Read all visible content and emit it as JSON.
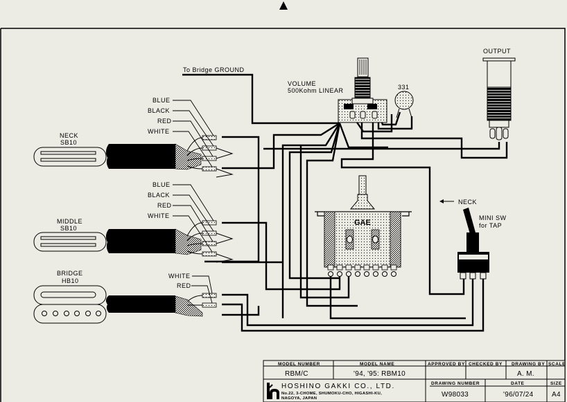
{
  "diagram": {
    "orientation_marker": "up-arrow-icon",
    "ground_label": "To Bridge GROUND",
    "volume": {
      "title": "VOLUME",
      "value": "500Kohm LINEAR"
    },
    "capacitor": {
      "label": "331"
    },
    "output": {
      "label": "OUTPUT"
    },
    "pickups": [
      {
        "position": "NECK",
        "model": "SB10",
        "wires": [
          "BLUE",
          "BLACK",
          "RED",
          "WHITE"
        ]
      },
      {
        "position": "MIDDLE",
        "model": "SB10",
        "wires": [
          "BLUE",
          "BLACK",
          "RED",
          "WHITE"
        ]
      },
      {
        "position": "BRIDGE",
        "model": "HB10",
        "wires": [
          "WHITE",
          "RED"
        ]
      }
    ],
    "selector_switch": {
      "label": "GAE"
    },
    "mini_switch": {
      "direction_label": "NECK",
      "title": "MINI SW",
      "subtitle": "for TAP"
    }
  },
  "title_block": {
    "headers": {
      "model_number": "MODEL NUMBER",
      "model_name": "MODEL NAME",
      "approved_by": "APPROVED BY",
      "checked_by": "CHECKED BY",
      "drawing_by": "DRAWING BY",
      "scale": "SCALE",
      "drawing_number": "DRAWING NUMBER",
      "date": "DATE",
      "size": "SIZE"
    },
    "values": {
      "model_number": "RBM/C",
      "model_name": "'94, '95: RBM10",
      "approved_by": "",
      "checked_by": "",
      "drawing_by": "A. M.",
      "scale": "",
      "drawing_number": "W98033",
      "date": "'96/07/24",
      "size": "A4"
    },
    "company": {
      "name": "HOSHINO GAKKI CO., LTD.",
      "address_line1": "No.22, 3-CHOME, SHUMOKU-CHO, HIGASHI-KU,",
      "address_line2": "NAGOYA, JAPAN"
    }
  }
}
